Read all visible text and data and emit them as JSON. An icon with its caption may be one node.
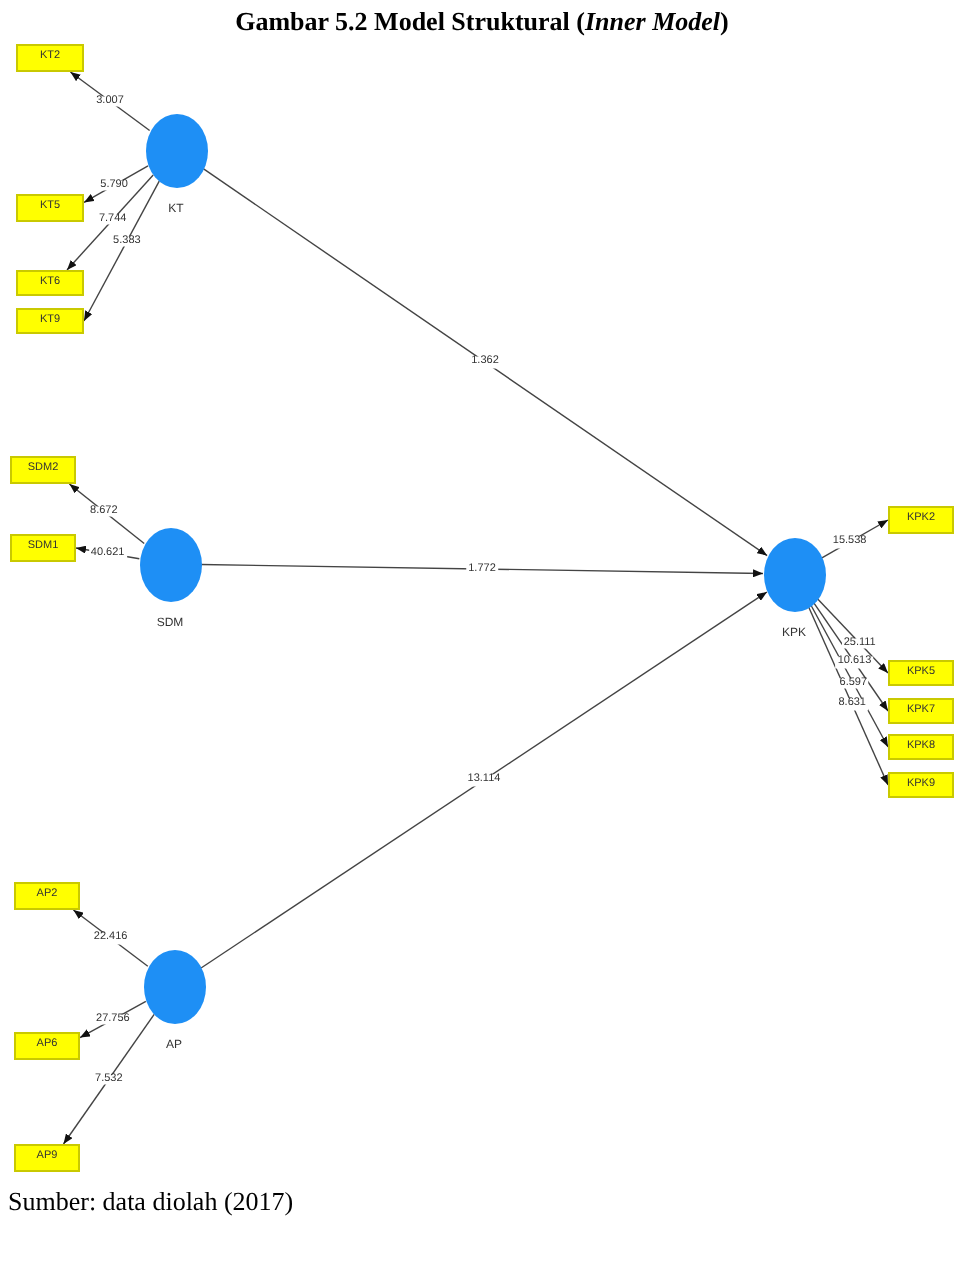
{
  "diagram": {
    "title": "Gambar 5.2 Model Struktural (*Inner Model*)",
    "caption": "Sumber: data diolah (2017)",
    "nodes": [
      {
        "text": [
          "KT"
        ]
      },
      {
        "text": [
          "KT2"
        ]
      },
      {
        "text": [
          "KT5"
        ]
      },
      {
        "text": [
          "KT6"
        ]
      },
      {
        "text": [
          "KT9"
        ]
      },
      {
        "text": [
          "SDM"
        ]
      },
      {
        "text": [
          "SDM2"
        ]
      },
      {
        "text": [
          "SDM1"
        ]
      },
      {
        "text": [
          "KPK"
        ]
      },
      {
        "text": [
          "KPK2"
        ]
      },
      {
        "text": [
          "KPK5"
        ]
      },
      {
        "text": [
          "KPK7"
        ]
      },
      {
        "text": [
          "KPK8"
        ]
      },
      {
        "text": [
          "KPK9"
        ]
      },
      {
        "text": [
          "AP"
        ]
      },
      {
        "text": [
          "AP2"
        ]
      },
      {
        "text": [
          "AP6"
        ]
      },
      {
        "text": [
          "AP9"
        ]
      }
    ],
    "edges": [
      {
        "from": 0,
        "to": 1,
        "arrow": "to",
        "label": "3.007"
      },
      {
        "from": 0,
        "to": 2,
        "arrow": "to",
        "label": "5.790"
      },
      {
        "from": 0,
        "to": 3,
        "arrow": "to",
        "label": "7.744"
      },
      {
        "from": 0,
        "to": 4,
        "arrow": "to",
        "label": "5.383"
      },
      {
        "from": 0,
        "to": 8,
        "arrow": "to",
        "label": "1.362"
      },
      {
        "from": 5,
        "to": 6,
        "arrow": "to",
        "label": "8.672"
      },
      {
        "from": 5,
        "to": 7,
        "arrow": "to",
        "label": "40.621"
      },
      {
        "from": 5,
        "to": 8,
        "arrow": "to",
        "label": "1.772"
      },
      {
        "from": 8,
        "to": 9,
        "arrow": "to",
        "label": "15.538"
      },
      {
        "from": 8,
        "to": 10,
        "arrow": "to",
        "label": "25.111"
      },
      {
        "from": 8,
        "to": 11,
        "arrow": "to",
        "label": "10.613"
      },
      {
        "from": 8,
        "to": 12,
        "arrow": "to",
        "label": "6.597"
      },
      {
        "from": 8,
        "to": 13,
        "arrow": "to",
        "label": "8.631"
      },
      {
        "from": 14,
        "to": 15,
        "arrow": "to",
        "label": "22.416"
      },
      {
        "from": 14,
        "to": 16,
        "arrow": "to",
        "label": "27.756"
      },
      {
        "from": 14,
        "to": 17,
        "arrow": "to",
        "label": "7.532"
      },
      {
        "from": 14,
        "to": 8,
        "arrow": "to",
        "label": "13.114"
      }
    ]
  }
}
